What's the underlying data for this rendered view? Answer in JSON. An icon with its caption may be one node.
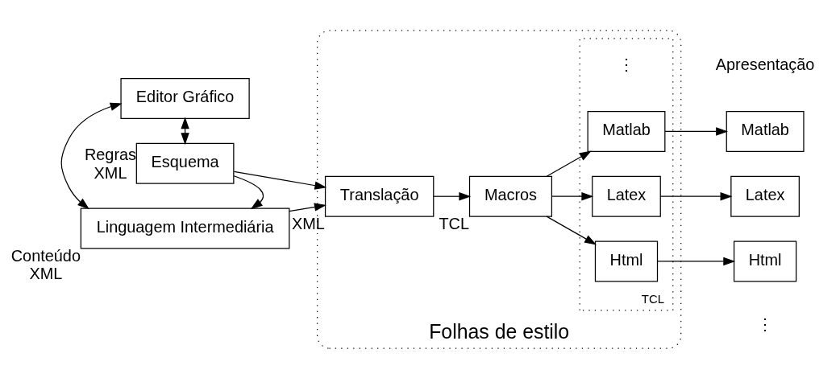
{
  "diagram": {
    "nodes": [
      {
        "text": [
          "Editor Gráfico"
        ]
      },
      {
        "text": [
          "Linguagem Intermediária"
        ],
        "beside": [
          "Conteúdo",
          "XML"
        ]
      },
      {
        "text": [
          "Esquema"
        ],
        "beside": [
          "Regras",
          "XML"
        ]
      },
      {
        "text": [
          "Folhas de estilo"
        ]
      },
      {
        "text": [
          "Translação"
        ],
        "in": 3,
        "beside": [
          "XML"
        ]
      },
      {
        "text": [
          "Macros"
        ],
        "in": 3,
        "beside": [
          "TCL"
        ]
      },
      {
        "text": [],
        "shape": "box",
        "in": 3,
        "beside": [
          "TCL"
        ]
      },
      {
        "text": [
          "Matlab"
        ],
        "in": 6
      },
      {
        "text": [
          "Latex"
        ],
        "in": 6
      },
      {
        "text": [
          "Html"
        ],
        "in": 6
      },
      {
        "text": [
          "Matlab"
        ]
      },
      {
        "text": [
          "Latex"
        ]
      },
      {
        "text": [
          "Html"
        ]
      }
    ],
    "edges": [
      {
        "from": 0,
        "to": 1,
        "arrow": "both"
      },
      {
        "from": 2,
        "to": 1,
        "arrow": "to"
      },
      {
        "from": 0,
        "to": 2,
        "arrow": "both"
      },
      {
        "from": 1,
        "to": 4,
        "arrow": "to"
      },
      {
        "from": 2,
        "to": 4,
        "arrow": "to"
      },
      {
        "from": 4,
        "to": 5,
        "arrow": "to"
      },
      {
        "from": 5,
        "to": 7,
        "arrow": "to"
      },
      {
        "from": 5,
        "to": 8,
        "arrow": "to"
      },
      {
        "from": 5,
        "to": 9,
        "arrow": "to"
      },
      {
        "from": 7,
        "to": 10,
        "arrow": "to"
      },
      {
        "from": 8,
        "to": 11,
        "arrow": "to"
      },
      {
        "from": 9,
        "to": 12,
        "arrow": "to"
      }
    ],
    "labels": [
      "Apresentação",
      "⋮",
      "⋮"
    ]
  }
}
